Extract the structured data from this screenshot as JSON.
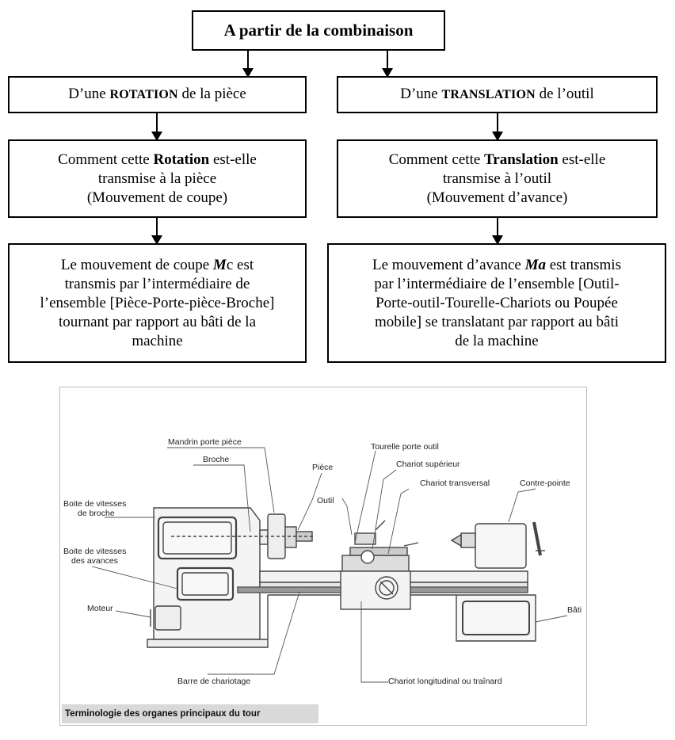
{
  "top": {
    "title": "A partir de la combinaison"
  },
  "left": {
    "level1": {
      "prefix": "D’une ",
      "keyword": "ROTATION",
      "suffix": " de la pièce"
    },
    "level2": {
      "l1_prefix": "Comment cette ",
      "l1_keyword": "Rotation",
      "l1_suffix": " est-elle",
      "l2": "transmise à la pièce",
      "l3": "(Mouvement de coupe)"
    },
    "level3": {
      "l1_prefix": "Le mouvement de coupe ",
      "l1_em": "M",
      "l1_suffix": "c est",
      "l2": "transmis par l’intermédiaire de",
      "l3": "l’ensemble [Pièce-Porte-pièce-Broche]",
      "l4": "tournant par rapport au bâti de la",
      "l5": "machine"
    }
  },
  "right": {
    "level1": {
      "prefix": "D’une ",
      "keyword": "TRANSLATION",
      "suffix": " de l’outil"
    },
    "level2": {
      "l1_prefix": "Comment cette ",
      "l1_keyword": "Translation",
      "l1_suffix": " est-elle",
      "l2": "transmise à l’outil",
      "l3": "(Mouvement d’avance)"
    },
    "level3": {
      "l1_prefix": "Le mouvement d’avance ",
      "l1_em": "Ma",
      "l1_suffix": " est transmis",
      "l2": "par l’intermédiaire de l’ensemble [Outil-",
      "l3": "Porte-outil-Tourelle-Chariots ou Poupée",
      "l4": "mobile] se translatant par rapport au bâti",
      "l5": "de la machine"
    }
  },
  "figure": {
    "caption": "Terminologie des organes principaux du tour",
    "labels": {
      "mandrin": "Mandrin porte pièce",
      "broche": "Broche",
      "piece": "Pièce",
      "boite_broche_1": "Boite de vitesses",
      "boite_broche_2": "de broche",
      "boite_avances_1": "Boite de vitesses",
      "boite_avances_2": "des avances",
      "moteur": "Moteur",
      "tourelle": "Tourelle porte outil",
      "chariot_sup": "Chariot supérieur",
      "chariot_trans": "Chariot transversal",
      "outil": "Outil",
      "contre_pointe": "Contre-pointe",
      "bati": "Bâti",
      "barre": "Barre de chariotage",
      "chariot_long": "Chariot longitudinal ou traînard"
    }
  }
}
